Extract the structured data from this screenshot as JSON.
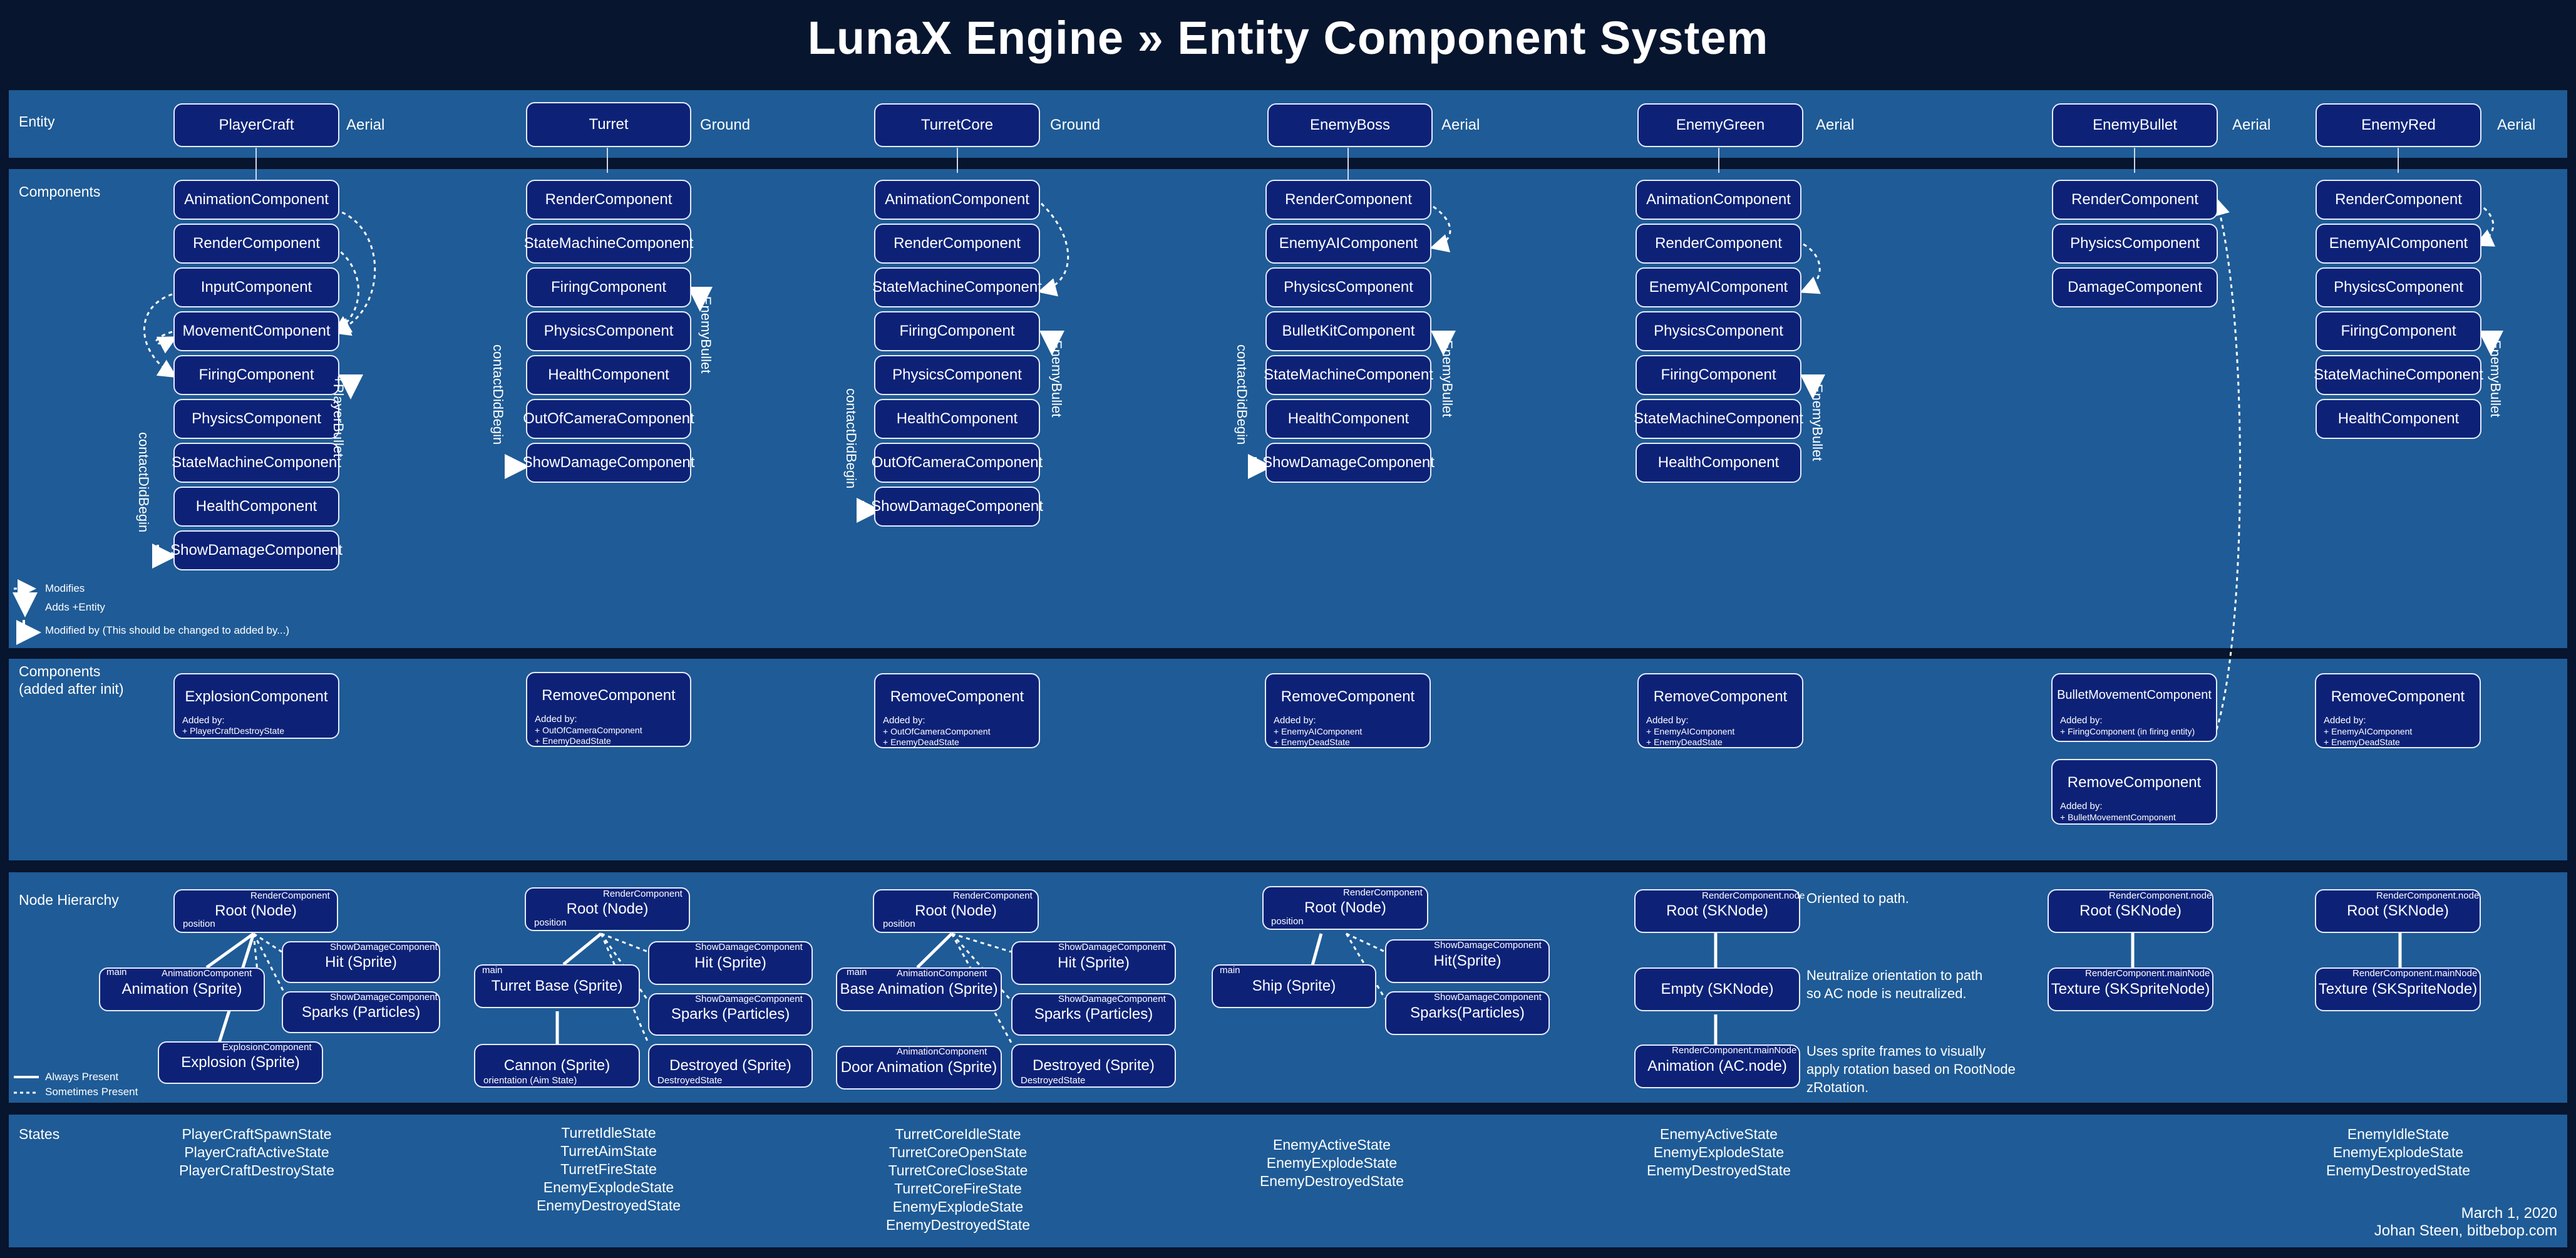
{
  "title": "LunaX Engine » Entity Component System",
  "rows": {
    "entity": "Entity",
    "components": "Components",
    "added_1": "Components",
    "added_2": "(added after init)",
    "node_hierarchy": "Node Hierarchy",
    "states": "States"
  },
  "entities": [
    {
      "name": "PlayerCraft",
      "type": "Aerial"
    },
    {
      "name": "Turret",
      "type": "Ground"
    },
    {
      "name": "TurretCore",
      "type": "Ground"
    },
    {
      "name": "EnemyBoss",
      "type": "Aerial"
    },
    {
      "name": "EnemyGreen",
      "type": "Aerial"
    },
    {
      "name": "EnemyBullet",
      "type": "Aerial"
    },
    {
      "name": "EnemyRed",
      "type": "Aerial"
    }
  ],
  "components": [
    [
      "AnimationComponent",
      "RenderComponent",
      "InputComponent",
      "MovementComponent",
      "FiringComponent",
      "PhysicsComponent",
      "StateMachineComponent",
      "HealthComponent",
      "ShowDamageComponent"
    ],
    [
      "RenderComponent",
      "StateMachineComponent",
      "FiringComponent",
      "PhysicsComponent",
      "HealthComponent",
      "OutOfCameraComponent",
      "ShowDamageComponent"
    ],
    [
      "AnimationComponent",
      "RenderComponent",
      "StateMachineComponent",
      "FiringComponent",
      "PhysicsComponent",
      "HealthComponent",
      "OutOfCameraComponent",
      "ShowDamageComponent"
    ],
    [
      "RenderComponent",
      "EnemyAIComponent",
      "PhysicsComponent",
      "BulletKitComponent",
      "StateMachineComponent",
      "HealthComponent",
      "ShowDamageComponent"
    ],
    [
      "AnimationComponent",
      "RenderComponent",
      "EnemyAIComponent",
      "PhysicsComponent",
      "FiringComponent",
      "StateMachineComponent",
      "HealthComponent"
    ],
    [
      "RenderComponent",
      "PhysicsComponent",
      "DamageComponent"
    ],
    [
      "RenderComponent",
      "EnemyAIComponent",
      "PhysicsComponent",
      "FiringComponent",
      "StateMachineComponent",
      "HealthComponent"
    ]
  ],
  "arrow_labels": {
    "player_bullet": "+PlayerBullet",
    "enemy_bullet": "+EnemyBullet",
    "contact": "contactDidBegin"
  },
  "legend": {
    "modifies": "Modifies",
    "adds": "Adds +Entity",
    "modified_by": "Modified by (This should be changed to added by...)",
    "always": "Always Present",
    "sometimes": "Sometimes Present"
  },
  "added_components": [
    {
      "name": "ExplosionComponent",
      "header": "Added by:",
      "items": [
        "+ PlayerCraftDestroyState"
      ]
    },
    {
      "name": "RemoveComponent",
      "header": "Added by:",
      "items": [
        "+ OutOfCameraComponent",
        "+ EnemyDeadState"
      ]
    },
    {
      "name": "RemoveComponent",
      "header": "Added by:",
      "items": [
        "+ OutOfCameraComponent",
        "+ EnemyDeadState"
      ]
    },
    {
      "name": "RemoveComponent",
      "header": "Added by:",
      "items": [
        "+ EnemyAIComponent",
        "+ EnemyDeadState"
      ]
    },
    {
      "name": "RemoveComponent",
      "header": "Added by:",
      "items": [
        "+ EnemyAIComponent",
        "+ EnemyDeadState"
      ]
    },
    {
      "name": "BulletMovementComponent",
      "header": "Added by:",
      "items": [
        "+ FiringComponent (in firing entity)"
      ]
    },
    {
      "name": "RemoveComponent",
      "header": "Added by:",
      "items": [
        "+ EnemyAIComponent",
        "+ EnemyDeadState"
      ]
    },
    {
      "name": "RemoveComponent",
      "header": "Added by:",
      "items": [
        "+ BulletMovementComponent"
      ]
    }
  ],
  "nodes": {
    "player": {
      "root": "Root (Node)",
      "root_tag": "RenderComponent",
      "root_sub": "position",
      "anim": "Animation (Sprite)",
      "anim_tag": "AnimationComponent",
      "anim_main": "main",
      "hit": "Hit (Sprite)",
      "hit_tag": "ShowDamageComponent",
      "sparks": "Sparks (Particles)",
      "sparks_tag": "ShowDamageComponent",
      "explosion": "Explosion (Sprite)",
      "explosion_tag": "ExplosionComponent"
    },
    "turret": {
      "root": "Root (Node)",
      "root_tag": "RenderComponent",
      "root_sub": "position",
      "base": "Turret Base (Sprite)",
      "base_main": "main",
      "hit": "Hit (Sprite)",
      "hit_tag": "ShowDamageComponent",
      "sparks": "Sparks (Particles)",
      "sparks_tag": "ShowDamageComponent",
      "cannon": "Cannon (Sprite)",
      "cannon_sub": "orientation (Aim State)",
      "destroyed": "Destroyed (Sprite)",
      "destroyed_sub": "DestroyedState"
    },
    "core": {
      "root": "Root (Node)",
      "root_tag": "RenderComponent",
      "root_sub": "position",
      "base": "Base Animation (Sprite)",
      "base_main": "main",
      "base_tag": "AnimationComponent",
      "hit": "Hit (Sprite)",
      "hit_tag": "ShowDamageComponent",
      "sparks": "Sparks (Particles)",
      "sparks_tag": "ShowDamageComponent",
      "door": "Door Animation (Sprite)",
      "door_tag": "AnimationComponent",
      "destroyed": "Destroyed (Sprite)",
      "destroyed_sub": "DestroyedState"
    },
    "boss": {
      "root": "Root (Node)",
      "root_tag": "RenderComponent",
      "root_sub": "position",
      "ship": "Ship (Sprite)",
      "ship_main": "main",
      "hit": "Hit(Sprite)",
      "hit_tag": "ShowDamageComponent",
      "sparks": "Sparks(Particles)",
      "sparks_tag": "ShowDamageComponent"
    },
    "green": {
      "root": "Root (SKNode)",
      "root_tag": "RenderComponent.node",
      "root_note": "Oriented to path.",
      "empty": "Empty (SKNode)",
      "empty_note": [
        "Neutralize orientation to path",
        "so AC node is neutralized."
      ],
      "anim": "Animation (AC.node)",
      "anim_tag": "RenderComponent.mainNode",
      "anim_note": [
        "Uses sprite frames to visually",
        "apply rotation based on RootNode",
        "zRotation."
      ]
    },
    "bullet": {
      "root": "Root (SKNode)",
      "root_tag": "RenderComponent.node",
      "tex": "Texture (SKSpriteNode)",
      "tex_tag": "RenderComponent.mainNode"
    },
    "red": {
      "root": "Root (SKNode)",
      "root_tag": "RenderComponent.node",
      "tex": "Texture (SKSpriteNode)",
      "tex_tag": "RenderComponent.mainNode"
    }
  },
  "states": [
    [
      "PlayerCraftSpawnState",
      "PlayerCraftActiveState",
      "PlayerCraftDestroyState"
    ],
    [
      "TurretIdleState",
      "TurretAimState",
      "TurretFireState",
      "EnemyExplodeState",
      "EnemyDestroyedState"
    ],
    [
      "TurretCoreIdleState",
      "TurretCoreOpenState",
      "TurretCoreCloseState",
      "TurretCoreFireState",
      "EnemyExplodeState",
      "EnemyDestroyedState"
    ],
    [
      "EnemyActiveState",
      "EnemyExplodeState",
      "EnemyDestroyedState"
    ],
    [
      "EnemyActiveState",
      "EnemyExplodeState",
      "EnemyDestroyedState"
    ],
    [],
    [
      "EnemyIdleState",
      "EnemyExplodeState",
      "EnemyDestroyedState"
    ]
  ],
  "footer": {
    "date": "March 1, 2020",
    "author": "Johan Steen, bitbebop.com"
  }
}
